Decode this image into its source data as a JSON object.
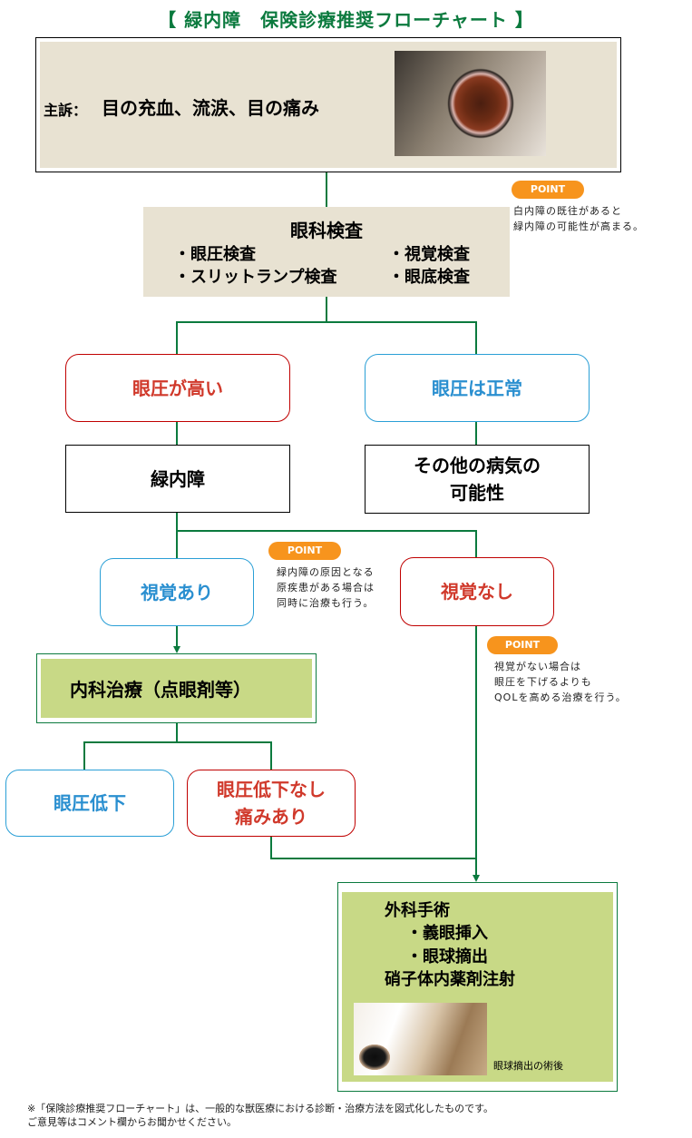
{
  "title": "【 緑内障　保険診療推奨フローチャート 】",
  "complaint": {
    "label": "主訴：",
    "text": "目の充血、流涙、目の痛み"
  },
  "exam": {
    "title": "眼科検査",
    "items": [
      "・眼圧検査",
      "・視覚検査",
      "・スリットランプ検査",
      "・眼底検査"
    ]
  },
  "points": [
    {
      "badge": "POINT",
      "lines": [
        "白内障の既往があると",
        "緑内障の可能性が高まる。"
      ]
    },
    {
      "badge": "POINT",
      "lines": [
        "緑内障の原因となる",
        "原疾患がある場合は",
        "同時に治療も行う。"
      ]
    },
    {
      "badge": "POINT",
      "lines": [
        "視覚がない場合は",
        "眼圧を下げるよりも",
        "QOLを高める治療を行う。"
      ]
    }
  ],
  "nodes": {
    "high_iop": "眼圧が高い",
    "normal_iop": "眼圧は正常",
    "glaucoma": "緑内障",
    "other_line1": "その他の病気の",
    "other_line2": "可能性",
    "vision_yes": "視覚あり",
    "vision_no": "視覚なし",
    "medical": "内科治療（点眼剤等）",
    "iop_down": "眼圧低下",
    "no_down_line1": "眼圧低下なし",
    "no_down_line2": "痛みあり"
  },
  "surgery": {
    "title": "外科手術",
    "items": [
      "・義眼挿入",
      "・眼球摘出"
    ],
    "extra": "硝子体内薬剤注射",
    "caption": "眼球摘出の術後"
  },
  "footer": [
    "※「保険診療推奨フローチャート」は、一般的な獣医療における診断・治療方法を図式化したものです。",
    "ご意見等はコメント欄からお聞かせください。"
  ],
  "colors": {
    "line": "#0b7a3e",
    "red": "#c00000",
    "blue": "#2a9fd6",
    "point": "#f7941d",
    "beige": "#e8e2d2",
    "green": "#c8d986"
  }
}
